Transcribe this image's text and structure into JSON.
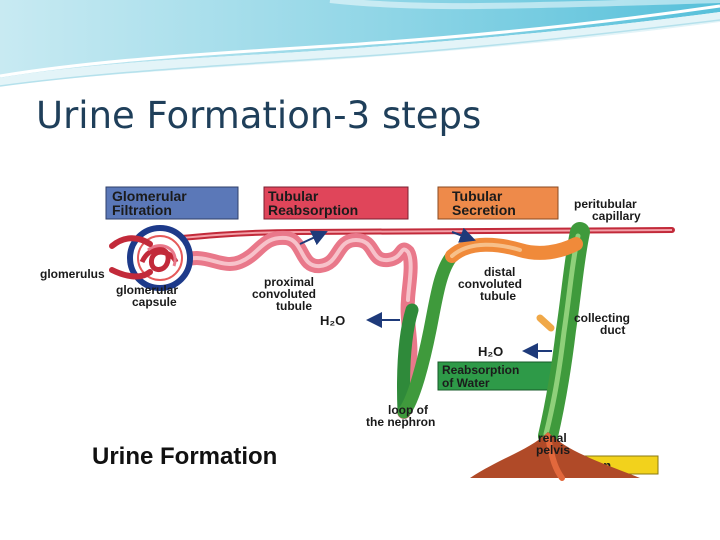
{
  "slide": {
    "title": "Urine Formation-3 steps"
  },
  "diagram": {
    "title": "Urine Formation",
    "steps": {
      "filtration": [
        "Glomerular",
        "Filtration"
      ],
      "reabsorption": [
        "Tubular",
        "Reabsorption"
      ],
      "secretion": [
        "Tubular",
        "Secretion"
      ],
      "water": [
        "Reabsorption",
        "of Water"
      ],
      "excretion": "Excretion"
    },
    "labels": {
      "peritubular": [
        "peritubular",
        "capillary"
      ],
      "glomerulus": "glomerulus",
      "capsule": [
        "glomerular",
        "capsule"
      ],
      "proximal": [
        "proximal",
        "convoluted",
        "tubule"
      ],
      "h2o_left": "H₂O",
      "distal": [
        "distal",
        "convoluted",
        "tubule"
      ],
      "collecting": [
        "collecting",
        "duct"
      ],
      "h2o_right": "H₂O",
      "loop": [
        "loop of",
        "the nephron"
      ],
      "pelvis": [
        "renal",
        "pelvis"
      ]
    }
  },
  "colors": {
    "title": "#1f3f5a",
    "filtration_box": "#5b78b8",
    "reabsorption_box": "#e0455a",
    "secretion_box": "#ee8a4a",
    "water_box": "#2e9a48",
    "excretion_box": "#f2d21c",
    "tubule": "#e9788a",
    "collecting_duct": "#3f9a3c",
    "arrow": "#1e3a7a"
  }
}
